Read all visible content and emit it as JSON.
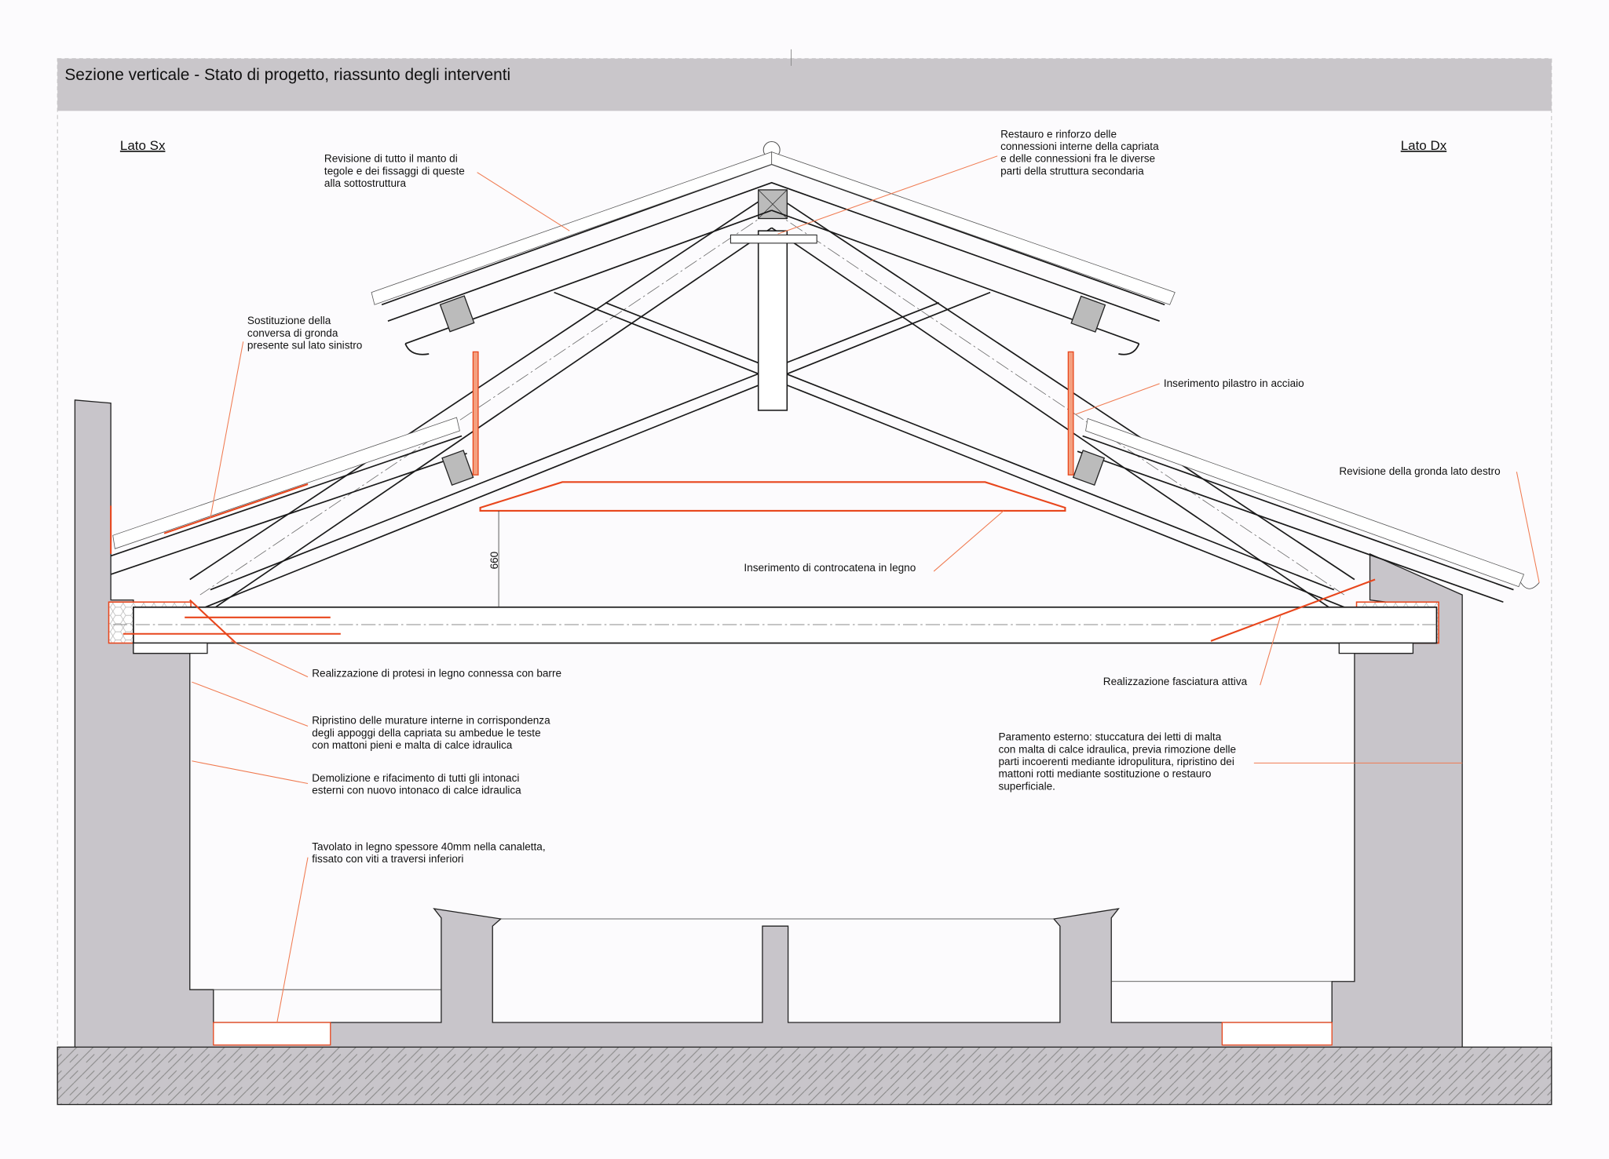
{
  "title": "Sezione verticale - Stato di progetto, riassunto degli interventi",
  "sides": {
    "left": "Lato Sx",
    "right": "Lato Dx"
  },
  "dimension": "660",
  "colors": {
    "accent": "#e8461c",
    "leader": "#f07a50",
    "wall": "#c8c5ca",
    "titlebar": "#c9c6ca"
  },
  "annotations": {
    "manto": [
      "Revisione di tutto il manto di",
      "tegole e dei fissaggi di queste",
      "alla sottostruttura"
    ],
    "restauro": [
      "Restauro e rinforzo delle",
      "connessioni interne della capriata",
      "e delle connessioni fra le diverse",
      "parti della struttura secondaria"
    ],
    "conversa": [
      "Sostituzione della",
      "conversa di gronda",
      "presente sul lato sinistro"
    ],
    "pilastro": [
      "Inserimento pilastro in acciaio"
    ],
    "gronda": [
      "Revisione della gronda lato destro"
    ],
    "controcatena": [
      "Inserimento di controcatena in legno"
    ],
    "protesi": [
      "Realizzazione di protesi in legno connessa con barre"
    ],
    "fasciatura": [
      "Realizzazione fasciatura attiva"
    ],
    "murature": [
      "Ripristino delle murature interne in corrispondenza",
      "degli appoggi della capriata su ambedue le teste",
      "con mattoni pieni e malta di calce idraulica"
    ],
    "intonaci": [
      "Demolizione e rifacimento di tutti gli intonaci",
      "esterni con nuovo intonaco di calce idraulica"
    ],
    "paramento": [
      "Paramento esterno: stuccatura dei letti di malta",
      "con malta di calce idraulica, previa rimozione delle",
      "parti incoerenti mediante idropulitura, ripristino dei",
      "mattoni rotti mediante sostituzione o restauro",
      "superficiale."
    ],
    "tavolato": [
      "Tavolato in legno spessore 40mm nella canaletta,",
      "fissato con viti a traversi inferiori"
    ]
  }
}
